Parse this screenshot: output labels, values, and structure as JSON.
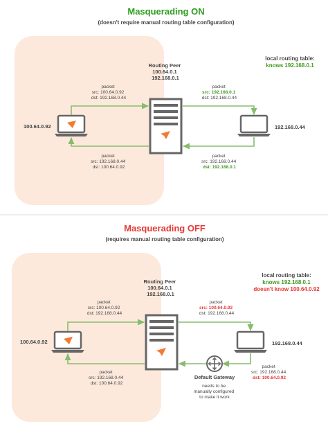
{
  "colors": {
    "on_title": "#2e9e1f",
    "off_title": "#e53935",
    "green_text": "#3f9a1f",
    "red_text": "#e53935",
    "arrow": "#86bd6c",
    "peer_zone": "#fde9dc",
    "device": "#666666",
    "logo": "#f47a33",
    "text": "#444444",
    "divider": "#dddddd"
  },
  "on": {
    "title": "Masquerading ON",
    "subtitle": "(doesn't require manual routing table configuration)",
    "peer_label": [
      "Routing Peer",
      "100.64.0.1",
      "192.168.0.1"
    ],
    "left_ip": "100.64.0.92",
    "right_ip": "192.168.0.44",
    "routing_table_title": "local routing table:",
    "routing_table_known": "knows 192.168.0.1",
    "packet_top_left": [
      "packet",
      "src: 100.64.0.92",
      "dst: 192.168.0.44"
    ],
    "packet_top_right": [
      "packet",
      "src: 192.168.0.1",
      "dst: 192.168.0.44"
    ],
    "packet_bottom_left": [
      "packet",
      "src: 192.168.0.44",
      "dst: 100.64.0.92"
    ],
    "packet_bottom_right": [
      "packet",
      "src: 192.168.0.44",
      "dst: 192.168.0.1"
    ]
  },
  "off": {
    "title": "Masquerading OFF",
    "subtitle": "(requires manual routing table configuration)",
    "peer_label": [
      "Routing Peer",
      "100.64.0.1",
      "192.168.0.1"
    ],
    "left_ip": "100.64.0.92",
    "right_ip": "192.168.0.44",
    "routing_table_title": "local routing table:",
    "routing_table_known": "knows 192.168.0.1",
    "routing_table_unknown": "doesn't know 100.64.0.92",
    "packet_top_left": [
      "packet",
      "src: 100.64.0.92",
      "dst: 192.168.0.44"
    ],
    "packet_top_right": [
      "packet",
      "src: 100.64.0.92",
      "dst: 192.168.0.44"
    ],
    "packet_bottom_left": [
      "packet",
      "src: 192.168.0.44",
      "dst: 100.64.0.92"
    ],
    "packet_bottom_right": [
      "packet",
      "src: 192.168.0.44",
      "dst: 100.64.0.92"
    ],
    "gateway_title": "Default Gateway",
    "gateway_note": [
      "needs to be",
      "manually configured",
      "to make it work"
    ]
  }
}
